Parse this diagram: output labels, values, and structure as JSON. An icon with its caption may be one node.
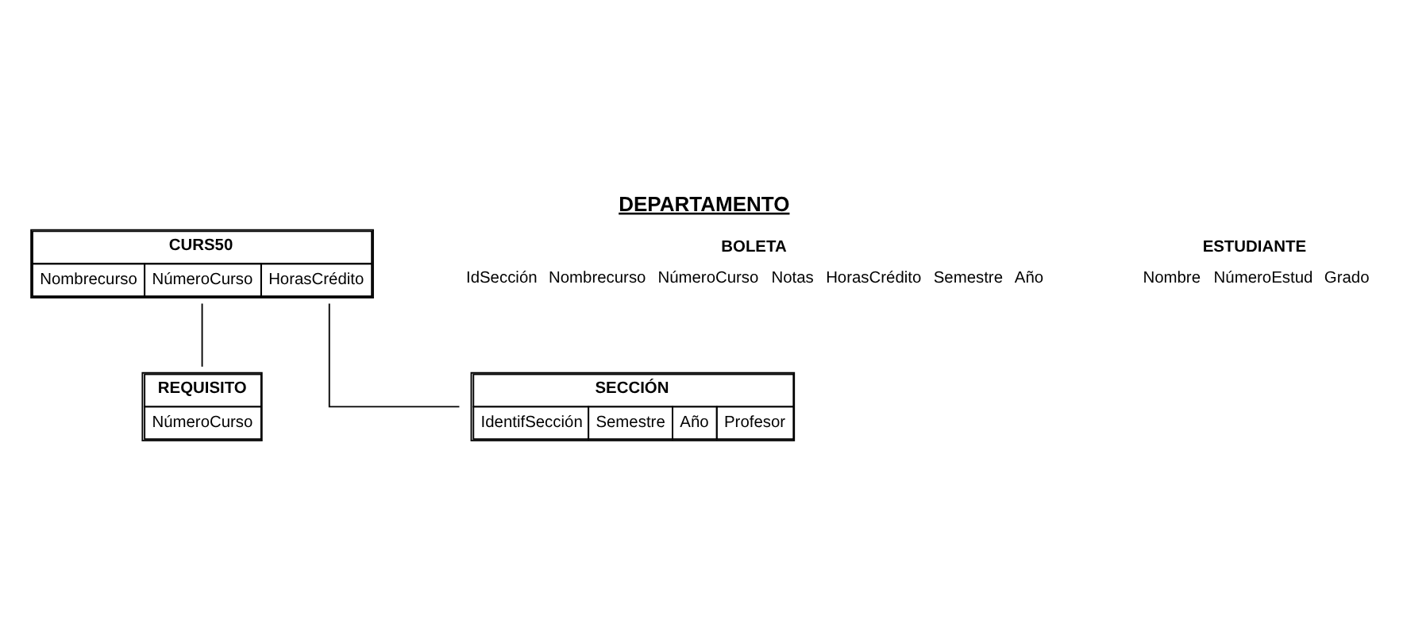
{
  "diagram": {
    "title": "DEPARTAMENTO",
    "nodes": [
      {
        "text": [
          "CURS50",
          "Nombrecurso",
          "NúmeroCurso",
          "HorasCrédito"
        ]
      },
      {
        "text": [
          "REQUISITO",
          "NúmeroCurso"
        ]
      },
      {
        "text": [
          "SECCIÓN",
          "IdentifSección",
          "Semestre",
          "Año",
          "Profesor"
        ]
      }
    ],
    "edges": [
      {
        "from": 0,
        "to": 1,
        "arrow": "none"
      },
      {
        "from": 0,
        "to": 2,
        "arrow": "none"
      }
    ],
    "labels": [
      "ESTUDIANTE",
      "Nombre",
      "NúmeroEstud",
      "Grado",
      "BOLETA",
      "IdSección",
      "Nombrecurso",
      "NúmeroCurso",
      "Notas",
      "HorasCrédito",
      "Semestre",
      "Año"
    ]
  }
}
